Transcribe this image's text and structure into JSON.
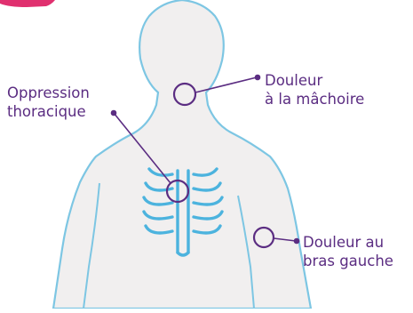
{
  "callouts": {
    "jaw": {
      "line1": "Douleur",
      "line2": "à la mâchoire"
    },
    "chest": {
      "line1": "Oppression",
      "line2": "thoracique"
    },
    "arm": {
      "line1": "Douleur au",
      "line2": "bras gauche"
    }
  },
  "colors": {
    "body_fill": "#f1efef",
    "body_outline": "#7dc6e3",
    "ribs": "#4cb3de",
    "marker": "#5b2d82",
    "text": "#5b2d82",
    "top_accent": "#e0306f"
  },
  "icons": [
    "human-torso-silhouette",
    "ribcage-icon"
  ]
}
